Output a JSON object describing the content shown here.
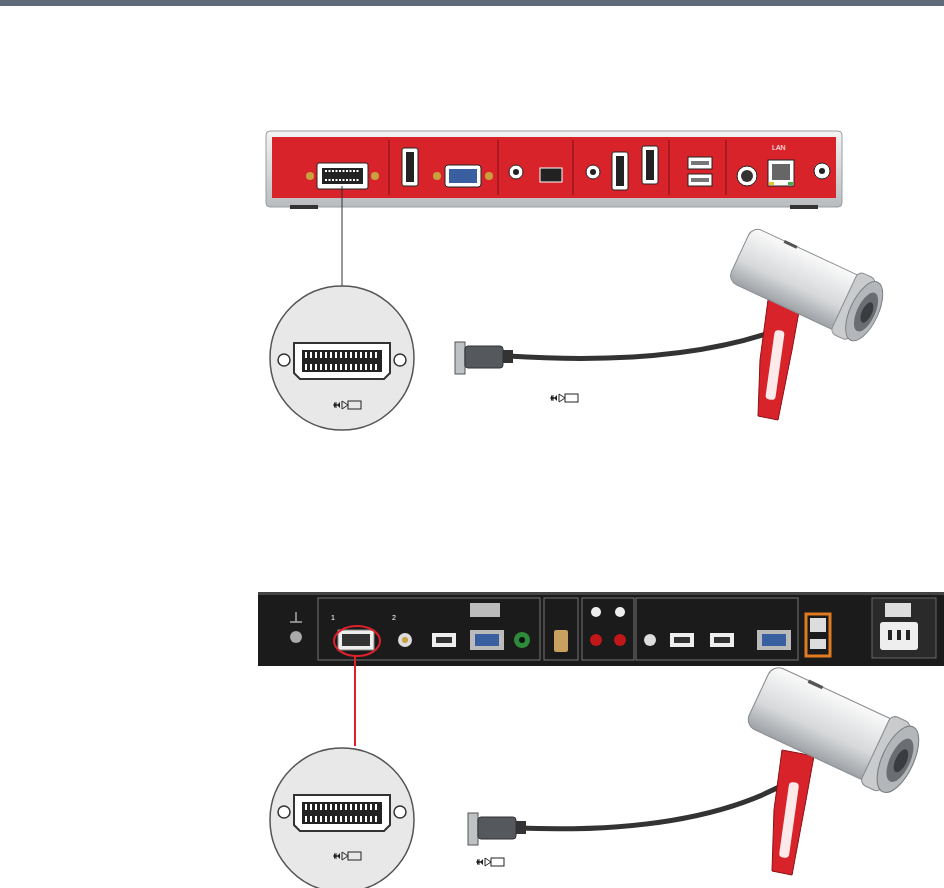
{
  "diagram": {
    "labels": [
      "LAN",
      "1",
      "2"
    ]
  }
}
